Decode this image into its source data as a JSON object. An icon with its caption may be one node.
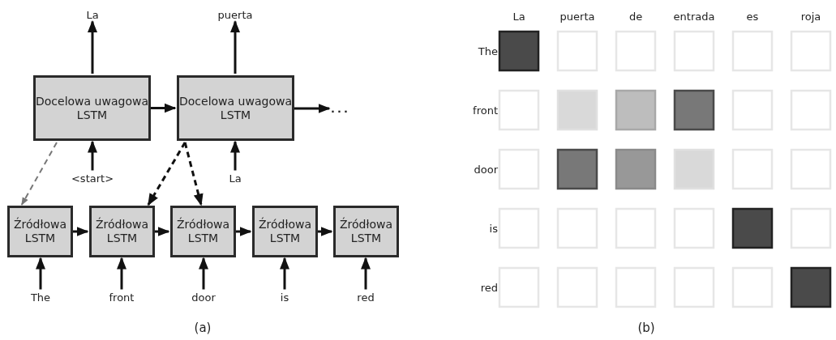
{
  "diagram": {
    "nodes": [
      {
        "text": [
          "Docelowa uwagowa LSTM"
        ]
      },
      {
        "text": [
          "Docelowa uwagowa LSTM"
        ]
      },
      {
        "text": [
          "..."
        ]
      },
      {
        "text": [
          "La"
        ]
      },
      {
        "text": [
          "puerta"
        ]
      },
      {
        "text": [
          "<start>"
        ]
      },
      {
        "text": [
          "La"
        ]
      },
      {
        "text": [
          "Źródłowa LSTM"
        ]
      },
      {
        "text": [
          "Źródłowa LSTM"
        ]
      },
      {
        "text": [
          "Źródłowa LSTM"
        ]
      },
      {
        "text": [
          "Źródłowa LSTM"
        ]
      },
      {
        "text": [
          "Źródłowa LSTM"
        ]
      },
      {
        "text": [
          "The"
        ]
      },
      {
        "text": [
          "front"
        ]
      },
      {
        "text": [
          "door"
        ]
      },
      {
        "text": [
          "is"
        ]
      },
      {
        "text": [
          "red"
        ]
      }
    ],
    "edges": [
      {
        "from": 0,
        "to": 3,
        "arrow": "to"
      },
      {
        "from": 1,
        "to": 4,
        "arrow": "to"
      },
      {
        "from": 5,
        "to": 0,
        "arrow": "to"
      },
      {
        "from": 6,
        "to": 1,
        "arrow": "to"
      },
      {
        "from": 0,
        "to": 1,
        "arrow": "to"
      },
      {
        "from": 1,
        "to": 2,
        "arrow": "to"
      },
      {
        "from": 0,
        "to": 7,
        "arrow": "to",
        "style": "dashed",
        "color": "#777777"
      },
      {
        "from": 1,
        "to": 8,
        "arrow": "to",
        "style": "dashed"
      },
      {
        "from": 1,
        "to": 9,
        "arrow": "to",
        "style": "dashed"
      },
      {
        "from": 7,
        "to": 8,
        "arrow": "to"
      },
      {
        "from": 8,
        "to": 9,
        "arrow": "to"
      },
      {
        "from": 9,
        "to": 10,
        "arrow": "to"
      },
      {
        "from": 10,
        "to": 11,
        "arrow": "to"
      },
      {
        "from": 12,
        "to": 7,
        "arrow": "to"
      },
      {
        "from": 13,
        "to": 8,
        "arrow": "to"
      },
      {
        "from": 14,
        "to": 9,
        "arrow": "to"
      },
      {
        "from": 15,
        "to": 10,
        "arrow": "to"
      },
      {
        "from": 16,
        "to": 11,
        "arrow": "to"
      }
    ],
    "labels": [
      "La",
      "puerta",
      "de",
      "entrada",
      "es",
      "roja",
      "The",
      "front",
      "door",
      "is",
      "red",
      "(a)",
      "(b)"
    ]
  }
}
